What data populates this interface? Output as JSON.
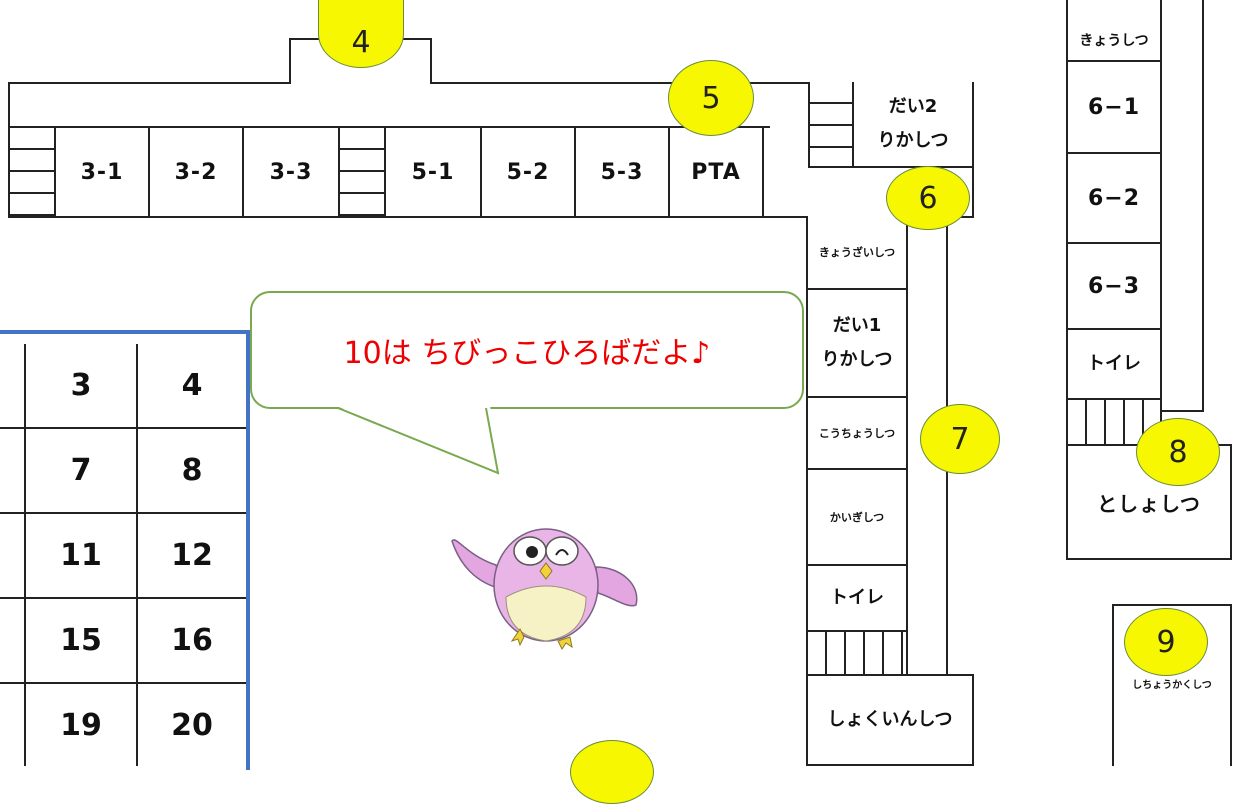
{
  "title_bubble": {
    "text": "10は ちびっこひろばだよ♪",
    "border_color": "#78a94e",
    "text_color": "#ef0000"
  },
  "markers": {
    "m4": "4",
    "m5": "5",
    "m6": "6",
    "m7": "7",
    "m8": "8",
    "m9": "9",
    "color": "#f6f700"
  },
  "rooms": {
    "r31": "3-1",
    "r32": "3-2",
    "r33": "3-3",
    "r51": "5-1",
    "r52": "5-2",
    "r53": "5-3",
    "pta": "PTA",
    "rika2_line1": "だい2",
    "rika2_line2": "りかしつ",
    "kyouzai": "きょうざいしつ",
    "rika1_line1": "だい1",
    "rika1_line2": "りかしつ",
    "koucho": "こうちょうしつ",
    "kaigi": "かいぎしつ",
    "toilet_mid": "トイレ",
    "shokuin": "しょくいんしつ",
    "kyoushitsu_top": "きょうしつ",
    "r61": "6−1",
    "r62": "6−2",
    "r63": "6−3",
    "toilet_right": "トイレ",
    "toshoshitsu": "としょしつ",
    "shichoukaku": "しちょうかくしつ"
  },
  "grid_panel": {
    "border_color": "#4472c4",
    "rows": [
      [
        "3",
        "4"
      ],
      [
        "7",
        "8"
      ],
      [
        "11",
        "12"
      ],
      [
        "15",
        "16"
      ],
      [
        "19",
        "20"
      ]
    ]
  },
  "icons": {
    "mascot": "owl-mascot-icon"
  }
}
